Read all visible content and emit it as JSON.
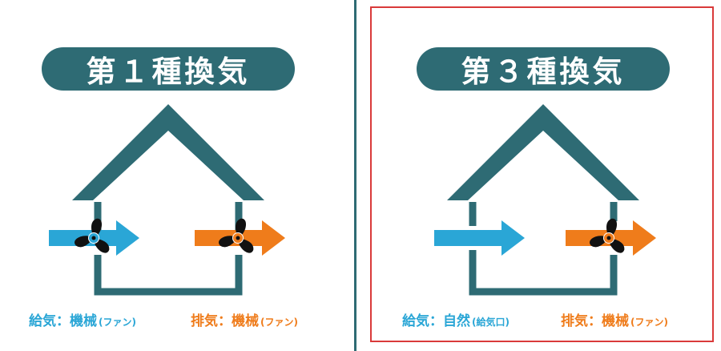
{
  "colors": {
    "teal": "#2e6b74",
    "supply_blue": "#2aa6d6",
    "exhaust_orange": "#ef7c1b",
    "highlight_red": "#d93a3a"
  },
  "panels": [
    {
      "title": "第１種換気",
      "supply": {
        "label": "給気：機械",
        "note": "(ファン)",
        "has_fan": true
      },
      "exhaust": {
        "label": "排気：機械",
        "note": "(ファン)",
        "has_fan": true
      }
    },
    {
      "title": "第３種換気",
      "supply": {
        "label": "給気：自然",
        "note": "(給気口)",
        "has_fan": false
      },
      "exhaust": {
        "label": "排気：機械",
        "note": "(ファン)",
        "has_fan": true
      }
    }
  ]
}
